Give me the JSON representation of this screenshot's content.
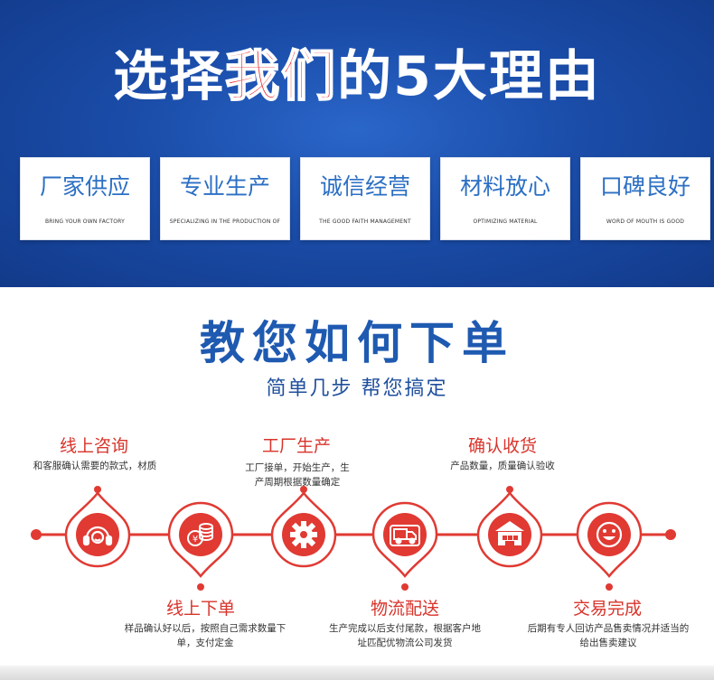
{
  "banner": {
    "title_part1": "选择",
    "title_part2": "我们",
    "title_part3": "的5大理由",
    "cards": [
      {
        "title": "厂家供应",
        "subtitle": "BRING YOUR OWN FACTORY"
      },
      {
        "title": "专业生产",
        "subtitle": "SPECIALIZING IN THE PRODUCTION OF"
      },
      {
        "title": "诚信经营",
        "subtitle": "THE GOOD FAITH MANAGEMENT"
      },
      {
        "title": "材料放心",
        "subtitle": "OPTIMIZING MATERIAL"
      },
      {
        "title": "口碑良好",
        "subtitle": "WORD OF MOUTH IS GOOD"
      }
    ]
  },
  "order": {
    "title": "教您如何下单",
    "subtitle": "简单几步  帮您搞定",
    "steps": [
      {
        "title": "线上咨询",
        "desc": "和客服确认需要的款式，材质",
        "icon": "headset-icon"
      },
      {
        "title": "线上下单",
        "desc": "样品确认好以后，按照自己需求数量下单，支付定金",
        "icon": "coins-icon"
      },
      {
        "title": "工厂生产",
        "desc": "工厂接单，开始生产，生产周期根据数量确定",
        "icon": "gear-icon"
      },
      {
        "title": "物流配送",
        "desc": "生产完成以后支付尾款，根据客户地址匹配优物流公司发货",
        "icon": "truck-icon"
      },
      {
        "title": "确认收货",
        "desc": "产品数量，质量确认验收",
        "icon": "warehouse-icon"
      },
      {
        "title": "交易完成",
        "desc": "后期有专人回访产品售卖情况并适当的给出售卖建议",
        "icon": "smiley-icon"
      }
    ]
  },
  "colors": {
    "banner_blue": "#1a4ca8",
    "card_text_blue": "#2c6fc4",
    "title_red": "#e3141e",
    "step_red": "#d8342b",
    "order_blue": "#1f5ab1"
  }
}
